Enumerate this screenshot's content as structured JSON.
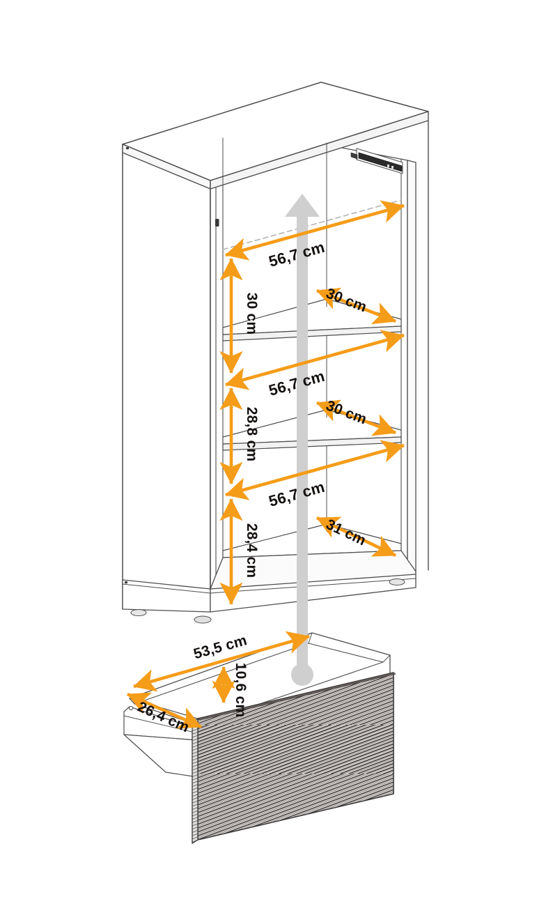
{
  "document": {
    "type": "technical-dimension-drawing",
    "subject": "Bookcase cabinet with pull-out drawer",
    "background_color": "#ffffff",
    "units": "cm"
  },
  "colors": {
    "dimension_orange": "#F59C19",
    "outline_stroke": "#4d4d4d",
    "panel_fill": "#ffffff",
    "panel_edge_fill": "#f2f2f2",
    "hardware_dark": "#2b2b2b",
    "callout_gray": "#cfcfcf",
    "hidden_line_gray": "#b3b3b3",
    "drawer_front_stripe": "#3a3330"
  },
  "cabinet": {
    "name": "Open shelf cabinet",
    "compartments": [
      {
        "id": "top",
        "width_label": "56,7 cm",
        "height_label": "30 cm",
        "depth_label": "30 cm"
      },
      {
        "id": "middle",
        "width_label": "56,7 cm",
        "height_label": "28,8 cm",
        "depth_label": "30 cm"
      },
      {
        "id": "bottom",
        "width_label": "56,7 cm",
        "height_label": "28,4 cm",
        "depth_label": "31 cm"
      }
    ],
    "hardware": {
      "name": "drawer-slide-rail"
    }
  },
  "drawer": {
    "name": "Pull-out drawer",
    "width_label": "53,5 cm",
    "depth_label": "26,4 cm",
    "height_label": "10,6 cm"
  },
  "dimensions": {
    "width_top": "56,7 cm",
    "width_middle": "56,7 cm",
    "width_bottom": "56,7 cm",
    "height_top": "30 cm",
    "height_middle": "28,8 cm",
    "height_bottom": "28,4 cm",
    "depth_top": "30 cm",
    "depth_middle": "30 cm",
    "depth_bottom": "31 cm",
    "drawer_width": "53,5 cm",
    "drawer_depth": "26,4 cm",
    "drawer_height": "10,6 cm"
  },
  "callout": {
    "name": "insertion-direction-arrow",
    "description": "Gray arrow showing drawer inserts upward into cabinet"
  }
}
